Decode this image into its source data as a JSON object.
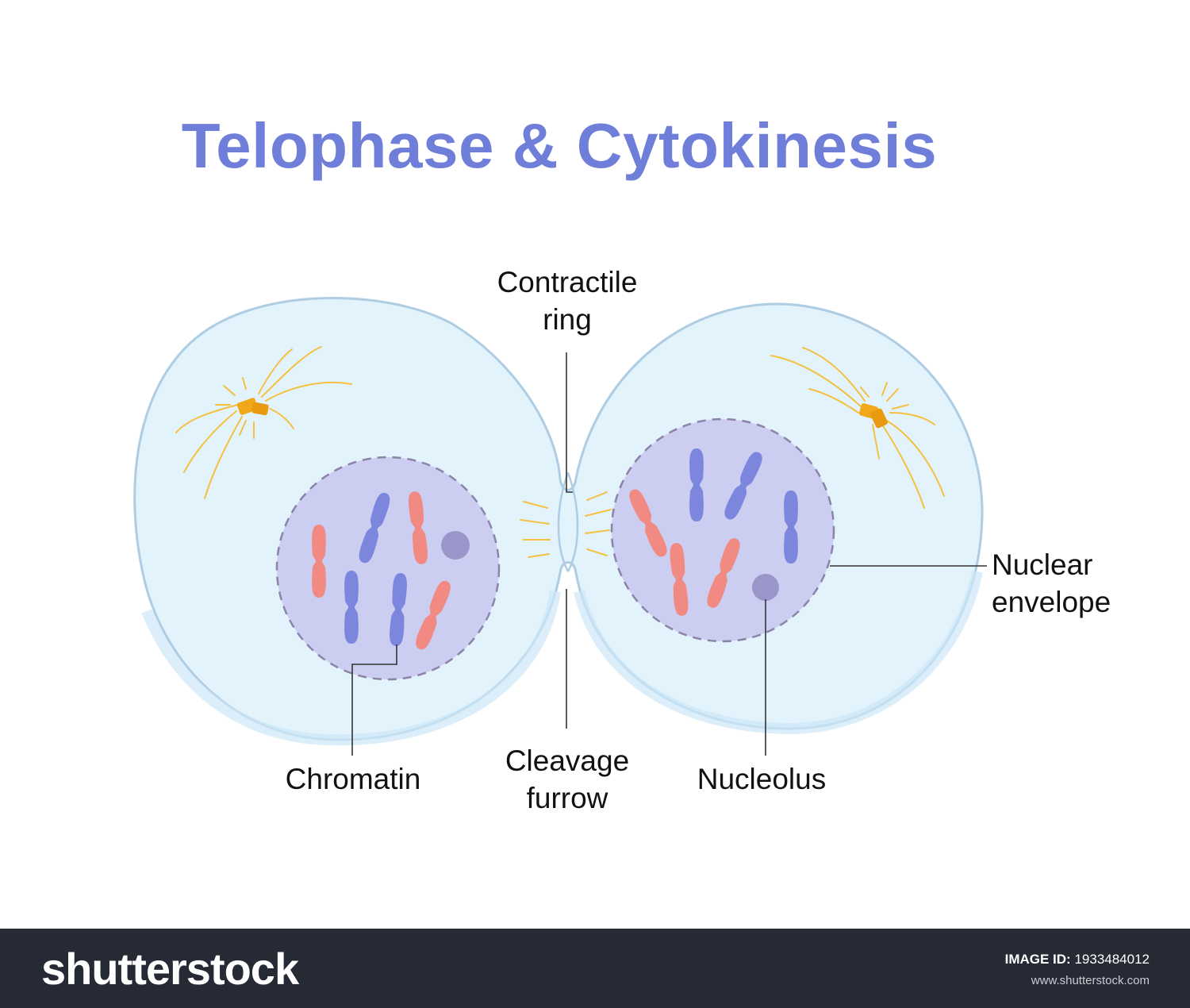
{
  "title": "Telophase & Cytokinesis",
  "labels": {
    "contractile_ring": [
      "Contractile",
      "ring"
    ],
    "nuclear_envelope": [
      "Nuclear",
      "envelope"
    ],
    "chromatin": "Chromatin",
    "cleavage_furrow": [
      "Cleavage",
      "furrow"
    ],
    "nucleolus": "Nucleolus"
  },
  "colors": {
    "title": "#6f7ed9",
    "cytoplasm": "#e3f3fc",
    "membrane": "#aecde3",
    "nucleus": "#cbcef1",
    "nuclear_envelope": "#8d83a8",
    "chromosome_blue": "#7c86dc",
    "chromosome_red": "#f08a82",
    "nucleolus": "#9a96c9",
    "centrosome": "#f0a818",
    "spindle": "#f5c040"
  },
  "footer": {
    "brand": "shutterstock",
    "image_id_label": "IMAGE ID:",
    "image_id": "1933484012",
    "site": "www.shutterstock.com"
  }
}
